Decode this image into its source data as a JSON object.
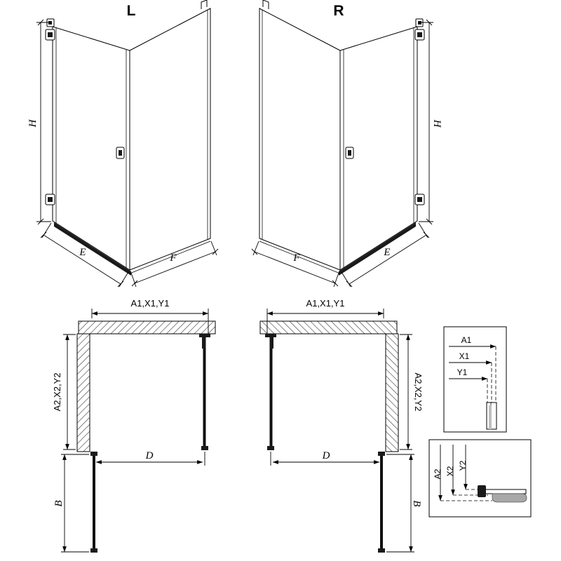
{
  "drawing": {
    "left_3d": {
      "variant": "L",
      "height": "H",
      "door_width": "E",
      "fixed_width": "F"
    },
    "right_3d": {
      "variant": "R",
      "height": "H",
      "door_width": "E",
      "fixed_width": "F"
    },
    "left_plan": {
      "top": "A1,X1,Y1",
      "side": "A2,X2,Y2",
      "opening": "D",
      "door_extension": "B"
    },
    "right_plan": {
      "top": "A1,X1,Y1",
      "side": "A2,X2,Y2",
      "opening": "D",
      "door_extension": "B"
    },
    "detail_top": {
      "dims": [
        "A1",
        "X1",
        "Y1"
      ]
    },
    "detail_bottom": {
      "dims": [
        "A2",
        "X2",
        "Y2"
      ]
    }
  },
  "colors": {
    "line": "#000000",
    "dark_fill": "#1a1a1a",
    "hatch": "#444444",
    "seal_gray": "#a8a8a8",
    "background": "#ffffff"
  }
}
